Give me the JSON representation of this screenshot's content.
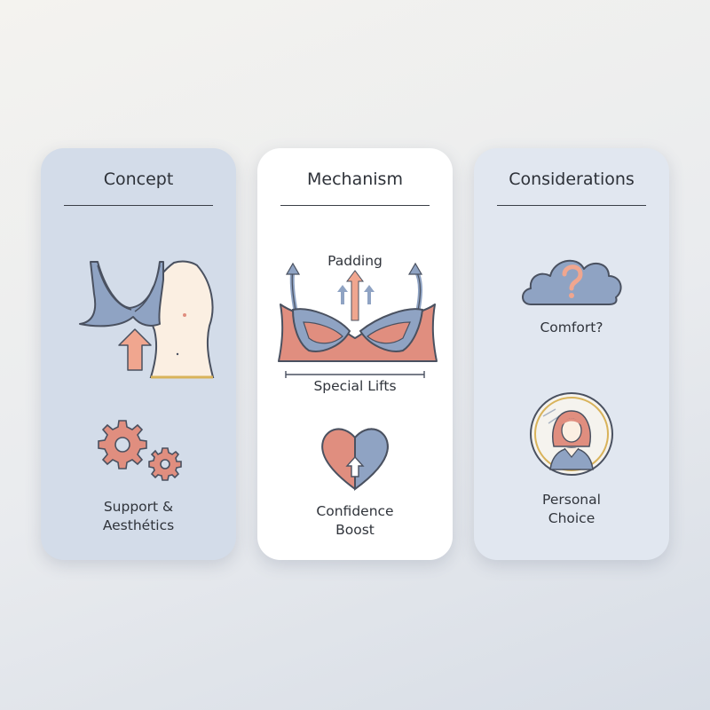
{
  "cards": [
    {
      "title": "Concept",
      "support_label": [
        "Support &",
        "Aesthétics"
      ]
    },
    {
      "title": "Mechanism",
      "padding_label": "Padding",
      "lifts_label": "Special Lifts",
      "confidence_label": [
        "Confidence",
        "Boost"
      ]
    },
    {
      "title": "Considerations",
      "comfort_label": "Comfort?",
      "choice_label": [
        "Personal",
        "Choice"
      ]
    }
  ],
  "colors": {
    "blue": "#8fa3c3",
    "coral": "#e08e7f",
    "outline": "#4a5160",
    "peach": "#f0a68f",
    "cream": "#fbefe2"
  }
}
